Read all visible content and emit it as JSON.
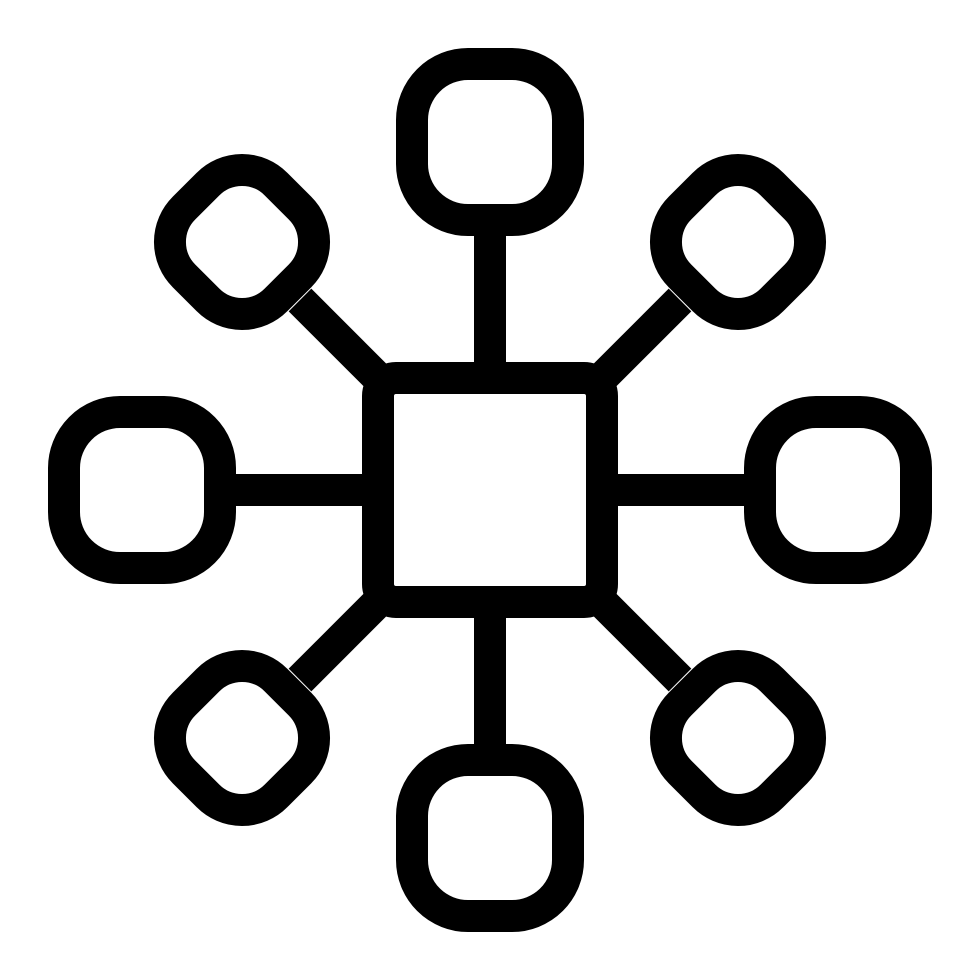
{
  "icon": {
    "name": "network-hub-icon",
    "stroke_color": "#000000",
    "background_color": "#ffffff",
    "outer_node_count": 8,
    "outer_nodes": [
      "node-top",
      "node-top-right",
      "node-right",
      "node-bottom-right",
      "node-bottom",
      "node-bottom-left",
      "node-left",
      "node-top-left"
    ]
  }
}
